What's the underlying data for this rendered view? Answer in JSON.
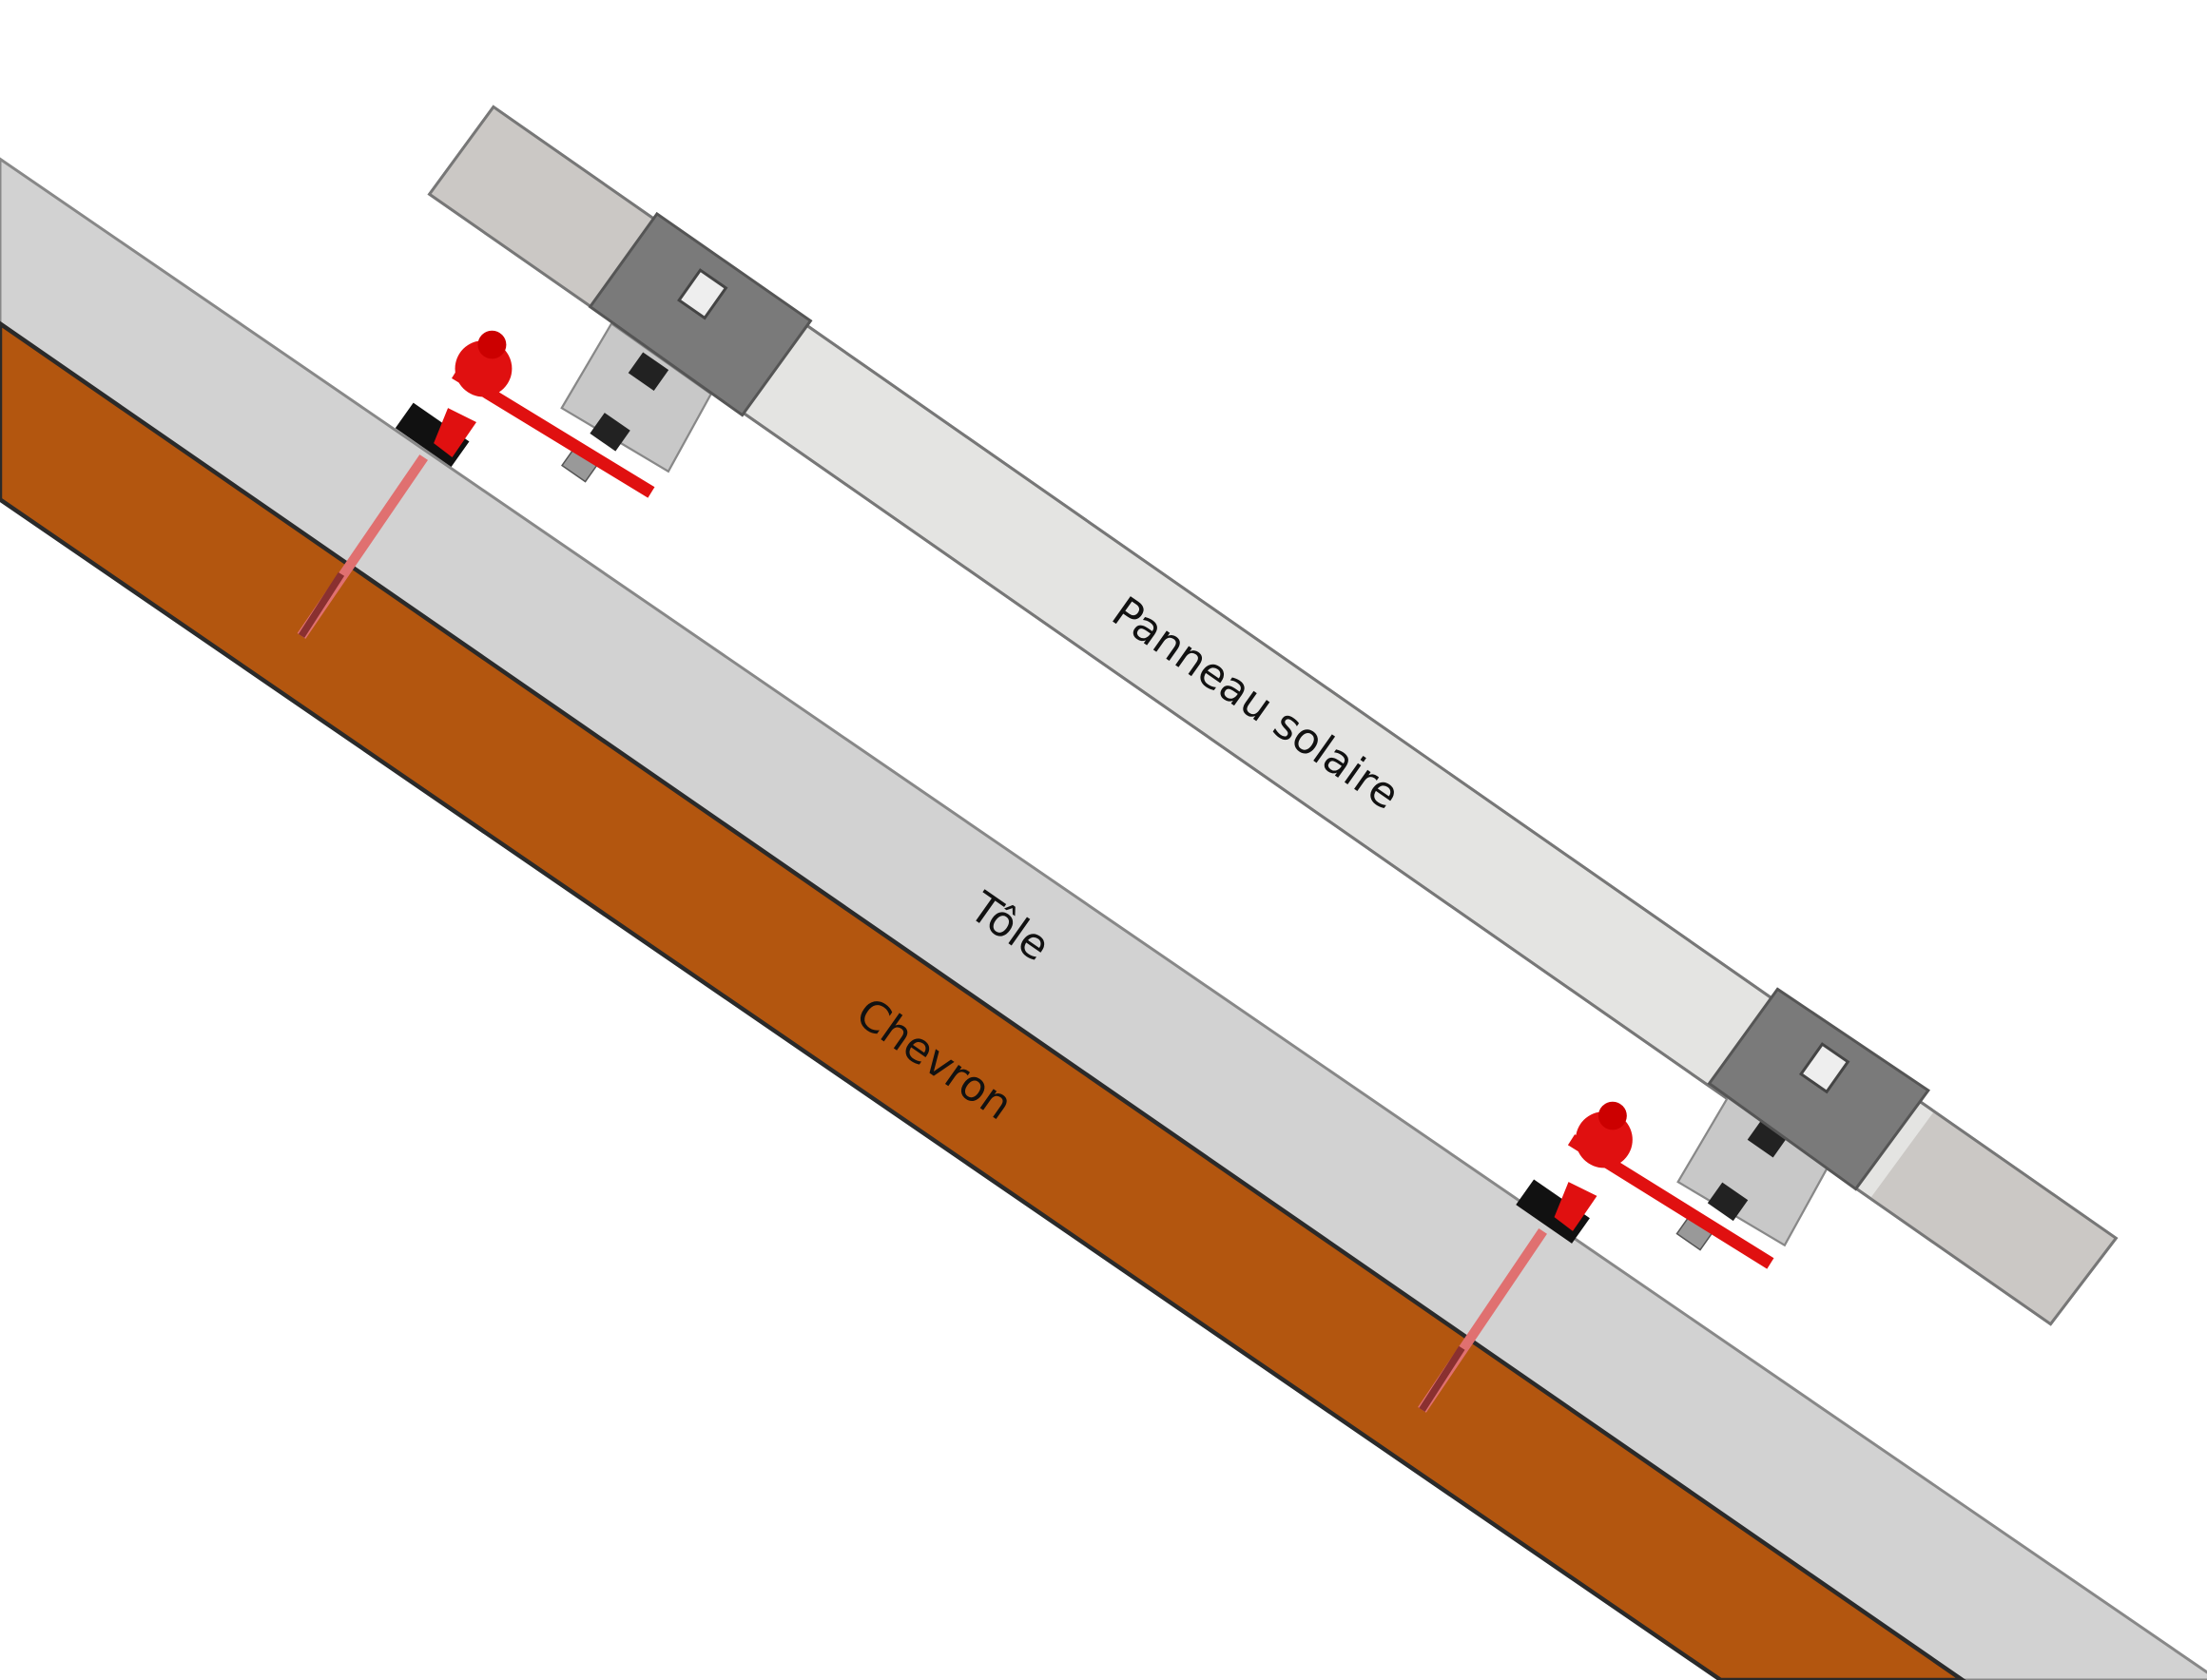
{
  "labels": {
    "panel": "Panneau solaire",
    "sheet": "Tôle",
    "rafter": "Chevron"
  },
  "colors": {
    "rafter": "#b3560f",
    "sheet": "#d2d2d2",
    "panel_middle": "#e4e4e2",
    "panel_ends": "#cbc8c5",
    "clamp": "#7a7a7a",
    "hook": "#e01010"
  }
}
